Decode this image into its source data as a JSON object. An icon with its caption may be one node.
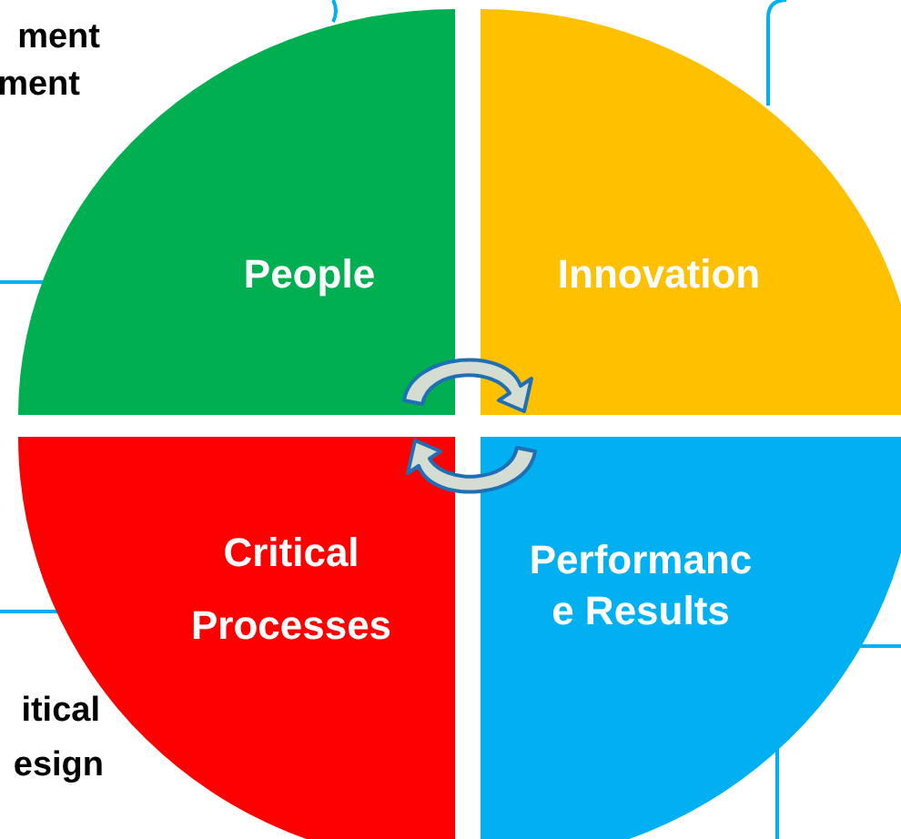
{
  "diagram": {
    "nodes": [
      {
        "text": [
          "People"
        ]
      },
      {
        "text": [
          "Innovation"
        ]
      },
      {
        "text": [
          "Critical Processes"
        ]
      },
      {
        "text": [
          "Performanc e Results"
        ]
      }
    ],
    "labels": [
      "ment",
      "ment",
      "itical",
      "esign"
    ]
  }
}
